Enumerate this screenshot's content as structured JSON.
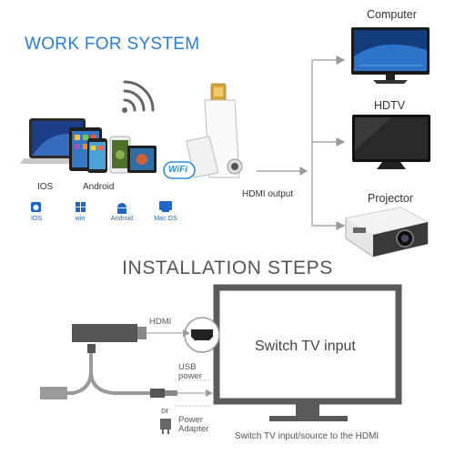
{
  "header": {
    "title": "WORK FOR SYSTEM"
  },
  "outputs": {
    "computer": "Computer",
    "hdtv": "HDTV",
    "projector": "Projector",
    "hdmi_output": "HDMI output"
  },
  "sources": {
    "ios": "IOS",
    "android": "Android",
    "wifi_badge": "WiFi",
    "os_badges": [
      "IOS",
      "win",
      "Android",
      "Mac OS"
    ]
  },
  "installation": {
    "title": "INSTALLATION  STEPS",
    "hdmi": "HDMI",
    "usb_power": [
      "USB",
      "power"
    ],
    "or": "or",
    "power_adapter": [
      "Power",
      "Adapter"
    ],
    "tv_screen_text": "Switch TV input",
    "caption": "Switch TV input/source to the HDMI"
  },
  "colors": {
    "title_blue": "#2a7fd4",
    "os_blue": "#1f66c7",
    "tv_gray": "#5a5a5a",
    "line_gray": "#9a9a9a"
  }
}
